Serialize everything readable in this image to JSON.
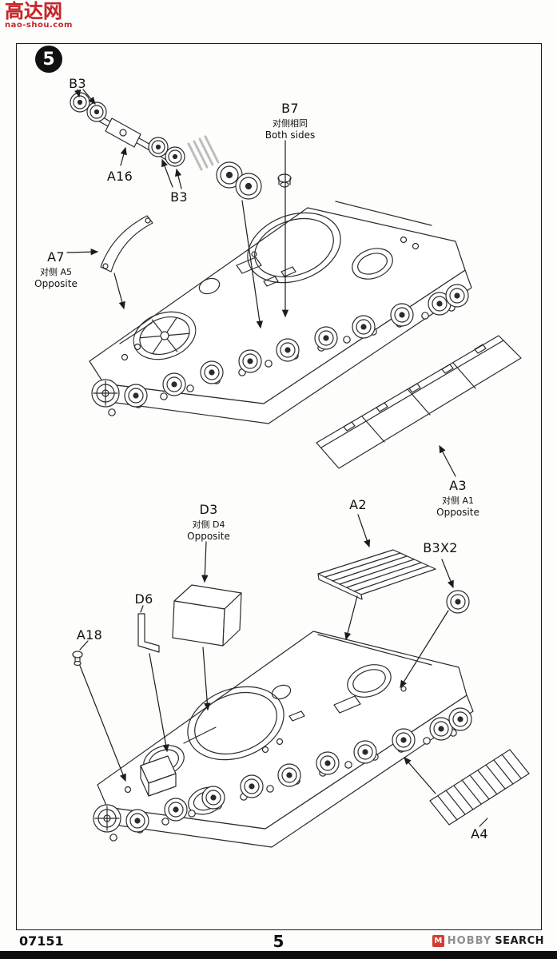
{
  "watermark": {
    "site_name": "高达网",
    "site_url": "nao-shou.com"
  },
  "step": {
    "number": "5"
  },
  "callouts": {
    "b3_top": {
      "label": "B3"
    },
    "a16": {
      "label": "A16"
    },
    "b3_mid": {
      "label": "B3"
    },
    "b7": {
      "label": "B7",
      "note_cn": "对侧相同",
      "note_en": "Both sides"
    },
    "a7": {
      "label": "A7",
      "note_cn": "对侧 A5",
      "note_en": "Opposite"
    },
    "a3": {
      "label": "A3",
      "note_cn": "对侧 A1",
      "note_en": "Opposite"
    },
    "d3": {
      "label": "D3",
      "note_cn": "对侧 D4",
      "note_en": "Opposite"
    },
    "a2": {
      "label": "A2"
    },
    "b3x2": {
      "label": "B3X2"
    },
    "d6": {
      "label": "D6"
    },
    "a18": {
      "label": "A18"
    },
    "a4": {
      "label": "A4"
    }
  },
  "footer": {
    "kit_number": "07151",
    "page_number": "5",
    "brand_mark": "M",
    "brand_prefix": "HOBBY",
    "brand_suffix": "SEARCH"
  },
  "colors": {
    "accent_red": "#c6262a",
    "brand_red": "#d43c32",
    "line": "#2b2b2b"
  }
}
